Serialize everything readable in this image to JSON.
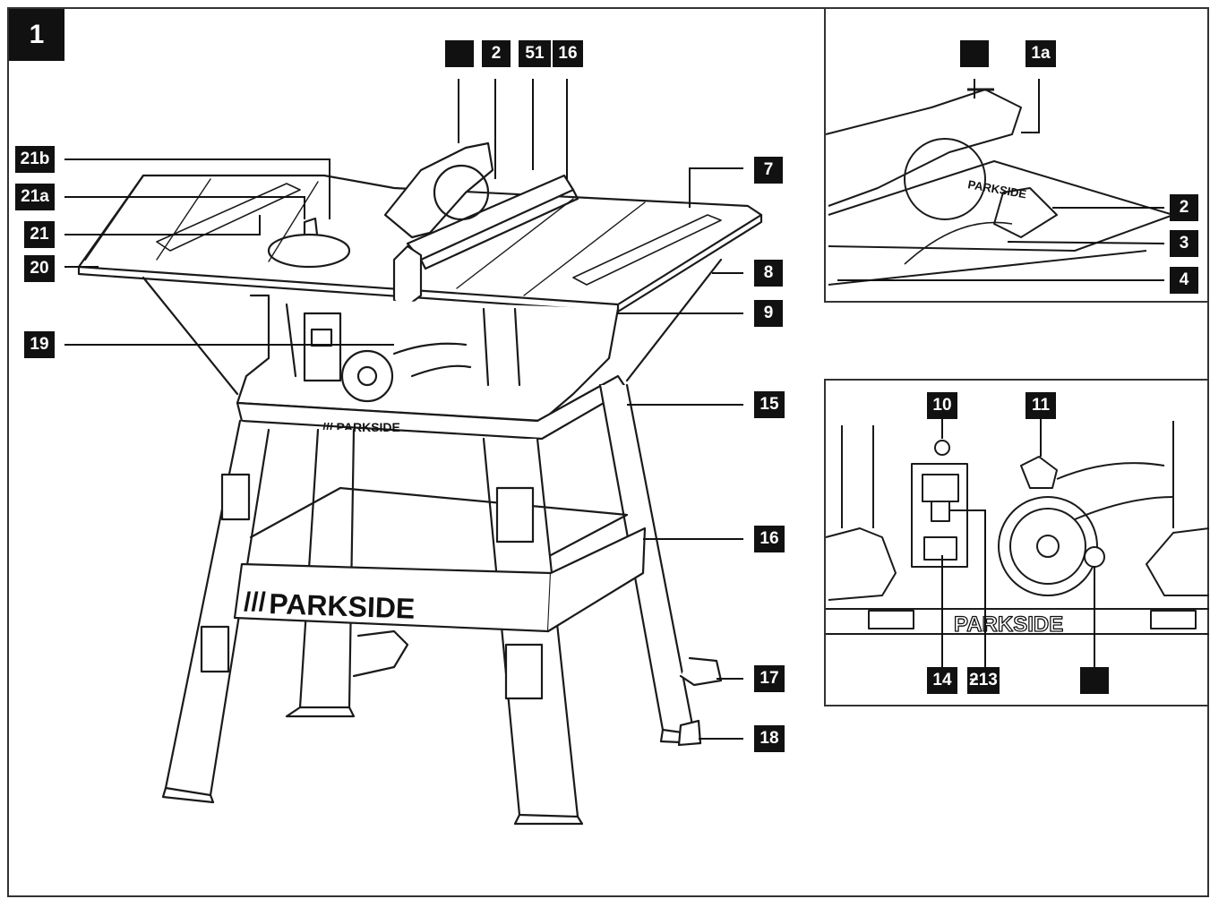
{
  "figure": {
    "number": "1",
    "brand_text": "PARKSIDE",
    "brand_mark": "///",
    "main_view_labels": {
      "top_blank": "",
      "n2": "2",
      "n51": "51",
      "n16_top": "16",
      "n21b": "21b",
      "n21a": "21a",
      "n21": "21",
      "n20": "20",
      "n19": "19",
      "n7": "7",
      "n8": "8",
      "n9": "9",
      "n15": "15",
      "n16": "16",
      "n17": "17",
      "n18": "18"
    },
    "detail_a_labels": {
      "blank": "",
      "n1a": "1a",
      "n2": "2",
      "n3": "3",
      "n4": "4"
    },
    "detail_b_labels": {
      "n10": "10",
      "n11": "11",
      "n14": "14",
      "n13": "ƻ13",
      "blank": ""
    }
  }
}
